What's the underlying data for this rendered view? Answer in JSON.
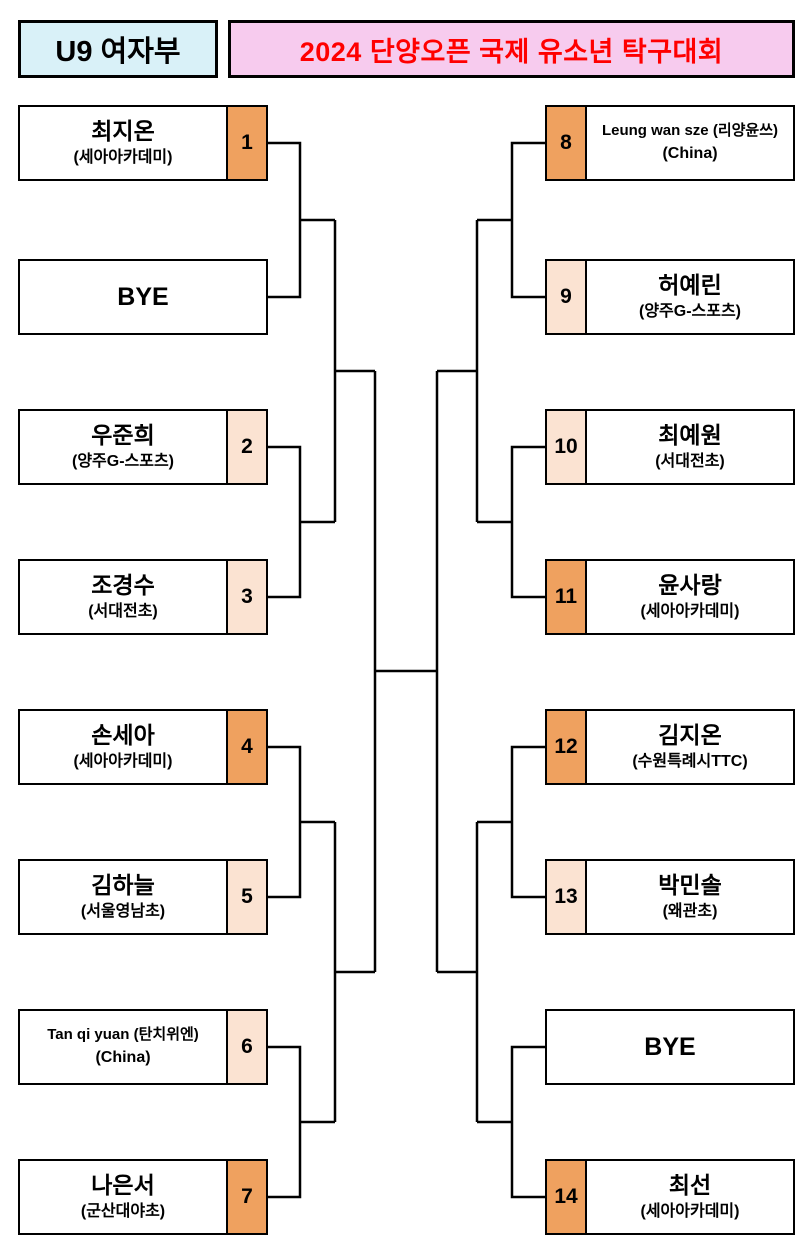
{
  "header": {
    "division": "U9 여자부",
    "title": "2024 단양오픈 국제 유소년 탁구대회"
  },
  "colors": {
    "division_bg": "#D9F1F8",
    "title_bg": "#F7CBEE",
    "title_text": "#FF0000",
    "seed_dark": "#EFA15F",
    "seed_light": "#FBE3D2",
    "line_color": "#000000"
  },
  "left": {
    "entries": [
      {
        "name": "최지온",
        "affiliation": "(세아아카데미)",
        "seed": "1",
        "seed_color": "#EFA15F"
      },
      {
        "name": "BYE"
      },
      {
        "name": "우준희",
        "affiliation": "(양주G-스포츠)",
        "seed": "2",
        "seed_color": "#FBE3D2"
      },
      {
        "name": "조경수",
        "affiliation": "(서대전초)",
        "seed": "3",
        "seed_color": "#FBE3D2"
      },
      {
        "name": "손세아",
        "affiliation": "(세아아카데미)",
        "seed": "4",
        "seed_color": "#EFA15F"
      },
      {
        "name": "김하늘",
        "affiliation": "(서울영남초)",
        "seed": "5",
        "seed_color": "#FBE3D2"
      },
      {
        "name": "Tan qi yuan (탄치위엔)",
        "affiliation": "(China)",
        "seed": "6",
        "seed_color": "#FBE3D2"
      },
      {
        "name": "나은서",
        "affiliation": "(군산대야초)",
        "seed": "7",
        "seed_color": "#EFA15F"
      }
    ]
  },
  "right": {
    "entries": [
      {
        "name": "Leung wan sze (리양윤쓰)",
        "affiliation": "(China)",
        "seed": "8",
        "seed_color": "#EFA15F"
      },
      {
        "name": "허예린",
        "affiliation": "(양주G-스포츠)",
        "seed": "9",
        "seed_color": "#FBE3D2"
      },
      {
        "name": "최예원",
        "affiliation": "(서대전초)",
        "seed": "10",
        "seed_color": "#FBE3D2"
      },
      {
        "name": "윤사랑",
        "affiliation": "(세아아카데미)",
        "seed": "11",
        "seed_color": "#EFA15F"
      },
      {
        "name": "김지온",
        "affiliation": "(수원특례시TTC)",
        "seed": "12",
        "seed_color": "#EFA15F"
      },
      {
        "name": "박민솔",
        "affiliation": "(왜관초)",
        "seed": "13",
        "seed_color": "#FBE3D2"
      },
      {
        "name": "BYE"
      },
      {
        "name": "최선",
        "affiliation": "(세아아카데미)",
        "seed": "14",
        "seed_color": "#EFA15F"
      }
    ]
  }
}
